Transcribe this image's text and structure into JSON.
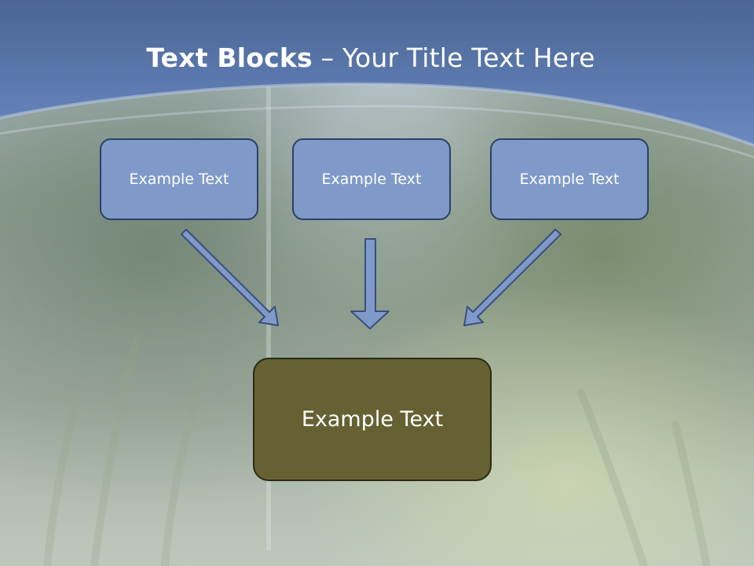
{
  "slide": {
    "title_bold": "Text Blocks",
    "title_rest": " – Your Title Text Here",
    "blocks": [
      {
        "label": "Example Text"
      },
      {
        "label": "Example Text"
      },
      {
        "label": "Example Text"
      }
    ],
    "target": {
      "label": "Example Text"
    }
  },
  "colors": {
    "header_band": "#5f7fb6",
    "top_box_fill": "#7f9ac9",
    "main_box_fill": "#656133",
    "arrow_fill": "#7f9ac9",
    "arrow_stroke": "#3b4f7c"
  }
}
